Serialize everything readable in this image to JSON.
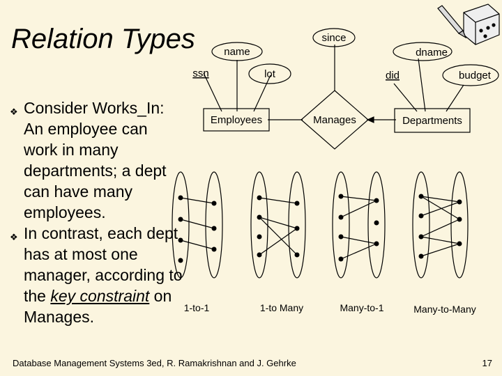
{
  "slide": {
    "title": "Relation Types",
    "bullets": [
      {
        "text": "Consider Works_In: An employee can work in many departments; a dept can have many employees."
      },
      {
        "pre": "In contrast, each dept has at most one manager, according to the ",
        "key": "key constraint",
        "post": " on Manages."
      }
    ],
    "footer": "Database Management Systems 3ed,  R. Ramakrishnan and J. Gehrke",
    "page_number": "17"
  },
  "er_diagram": {
    "attributes": {
      "name": "name",
      "ssn": "ssn",
      "lot": "lot",
      "since": "since",
      "dname": "dname",
      "did": "did",
      "budget": "budget"
    },
    "entities": {
      "employees": "Employees",
      "departments": "Departments"
    },
    "relationship": "Manages"
  },
  "mappings": [
    {
      "label": "1-to-1"
    },
    {
      "label": "1-to Many"
    },
    {
      "label": "Many-to-1"
    },
    {
      "label": "Many-to-Many"
    }
  ],
  "colors": {
    "background": "#fbf5df",
    "ink": "#000000"
  },
  "icons": {
    "bullet": "diamond-bullet-icon",
    "clipart": "eraser-pencil-clipart-icon"
  }
}
